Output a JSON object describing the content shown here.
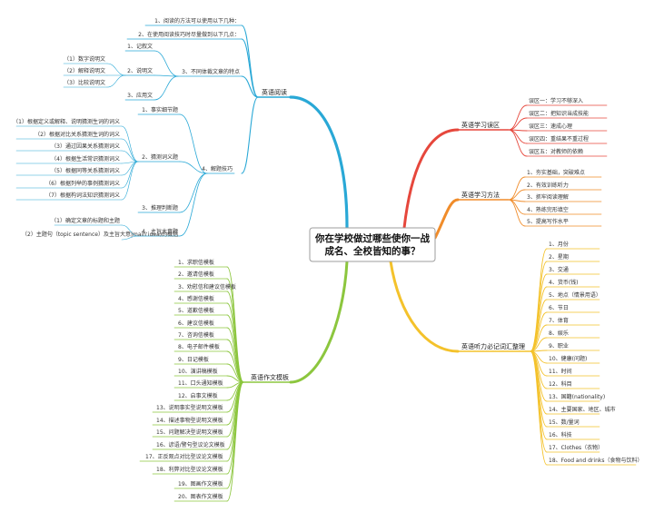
{
  "root": {
    "line1": "你在学校做过哪些使你一战",
    "line2": "成名、全校皆知的事？"
  },
  "colors": {
    "reading": "#29a8d6",
    "study_area": "#e6473c",
    "study_method": "#f08c2a",
    "listening": "#f4c22b",
    "writing": "#8cc63e"
  },
  "branches": {
    "reading": {
      "label": "英语阅读",
      "q1": "1、阅读的方法可以使用以下几种：",
      "q2": "2、在使用阅读技巧时尽量做到以下几点：",
      "q3": "3、不同体裁文章的特点",
      "q3_a": "1、记叙文",
      "q3_b": "2、说明文",
      "q3_b_children": [
        "（1）数字说明文",
        "（2）解释说明文",
        "（3）比较说明文"
      ],
      "q3_c": "3、应用文",
      "q4": "4、解题技巧",
      "q4_a": "1、事实细节题",
      "q4_b": "2、猜测词义题",
      "q4_b_children": [
        "（1）根据定义或解释、说明猜测生词的词义",
        "（2）根据对比关系猜测生词的词义",
        "（3）通过因果关系猜测词义",
        "（4）根据生活常识猜测词义",
        "（5）根据同等关系猜测词义",
        "（6）根据列举的事例猜测词义",
        "（7）根据构词法知识猜测词义"
      ],
      "q4_c": "3、推理判断题",
      "q4_d": "4、主旨大意题",
      "q4_d_children": [
        "（1）确定文章的标题和主题",
        "（2）主题句（topic sentence）及主旨大意|main idea)的概括"
      ]
    },
    "study_area": {
      "label": "英语学习误区",
      "items": [
        "误区一：学习不够深入",
        "误区二：把知识当成技能",
        "误区三：速成心理",
        "误区四：重结果不重过程",
        "误区五：对教师的依赖"
      ]
    },
    "study_method": {
      "label": "英语学习方法",
      "items": [
        "1、夯实基础，突破难点",
        "2、有效训练听力",
        "3、抓牢阅读理解",
        "4、熟练完形填空",
        "5、提高写作水平"
      ]
    },
    "listening": {
      "label": "英语听力必记词汇整理",
      "items": [
        "1、月份",
        "2、星期",
        "3、交通",
        "4、货币(钱)",
        "5、地点（情景用语）",
        "6、节日",
        "7、体育",
        "8、娱乐",
        "9、职业",
        "10、健康(问题)",
        "11、时间",
        "12、科目",
        "13、国籍(nationality)",
        "14、主要国家、地区、城市",
        "15、数/量词",
        "16、科技",
        "17、Clothes（衣物）",
        "18、Food and drinks（食物与饮料）"
      ]
    },
    "writing": {
      "label": "英语作文模板",
      "items": [
        "1、求职信模板",
        "2、邀请信模板",
        "3、劝慰信和建议信模板",
        "4、感谢信模板",
        "5、道歉信模板",
        "6、建议信模板",
        "7、咨询信模板",
        "8、电子邮件模板",
        "9、日记模板",
        "10、演讲稿模板",
        "11、口头通知模板",
        "12、启事文模板",
        "13、说明事实型说明文模板",
        "14、描述事物型说明文模板",
        "15、问题解决型说明文模板",
        "16、谚语/警句型议论文模板",
        "17、正反观点对比型议论文模板",
        "18、利弊对比型议论文模板",
        "19、图画作文模板",
        "20、图表作文模板"
      ]
    }
  }
}
